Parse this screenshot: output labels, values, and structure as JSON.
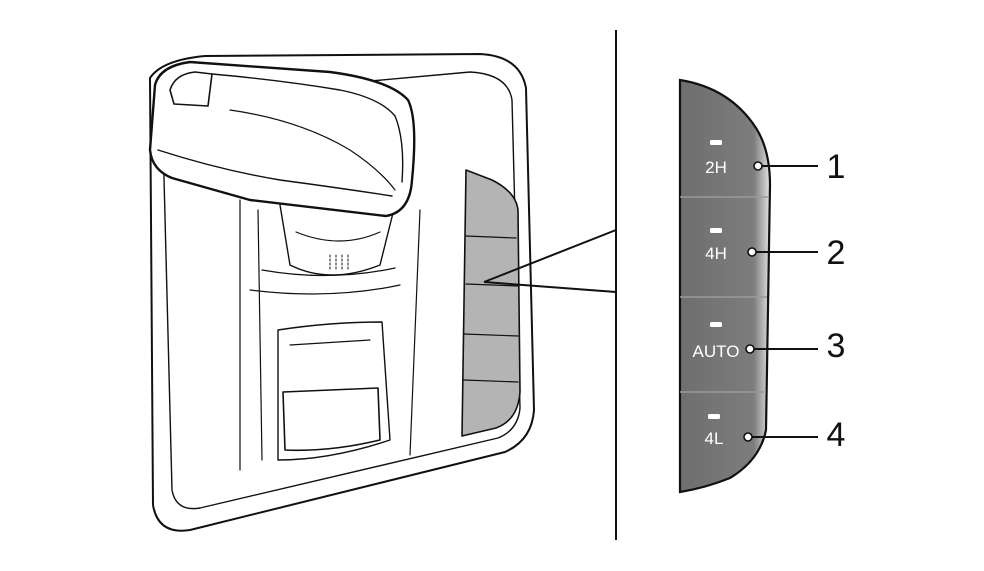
{
  "colors": {
    "panel_dark": "#6f6f6f",
    "panel_mid": "#8a8a8a",
    "panel_light": "#d8d8d8",
    "indicator": "#ffffff",
    "line": "#111111",
    "switch_fill": "#b4b4b4"
  },
  "switches": [
    {
      "label": "2H",
      "callout": "1"
    },
    {
      "label": "4H",
      "callout": "2"
    },
    {
      "label": "AUTO",
      "callout": "3"
    },
    {
      "label": "4L",
      "callout": "4"
    }
  ]
}
